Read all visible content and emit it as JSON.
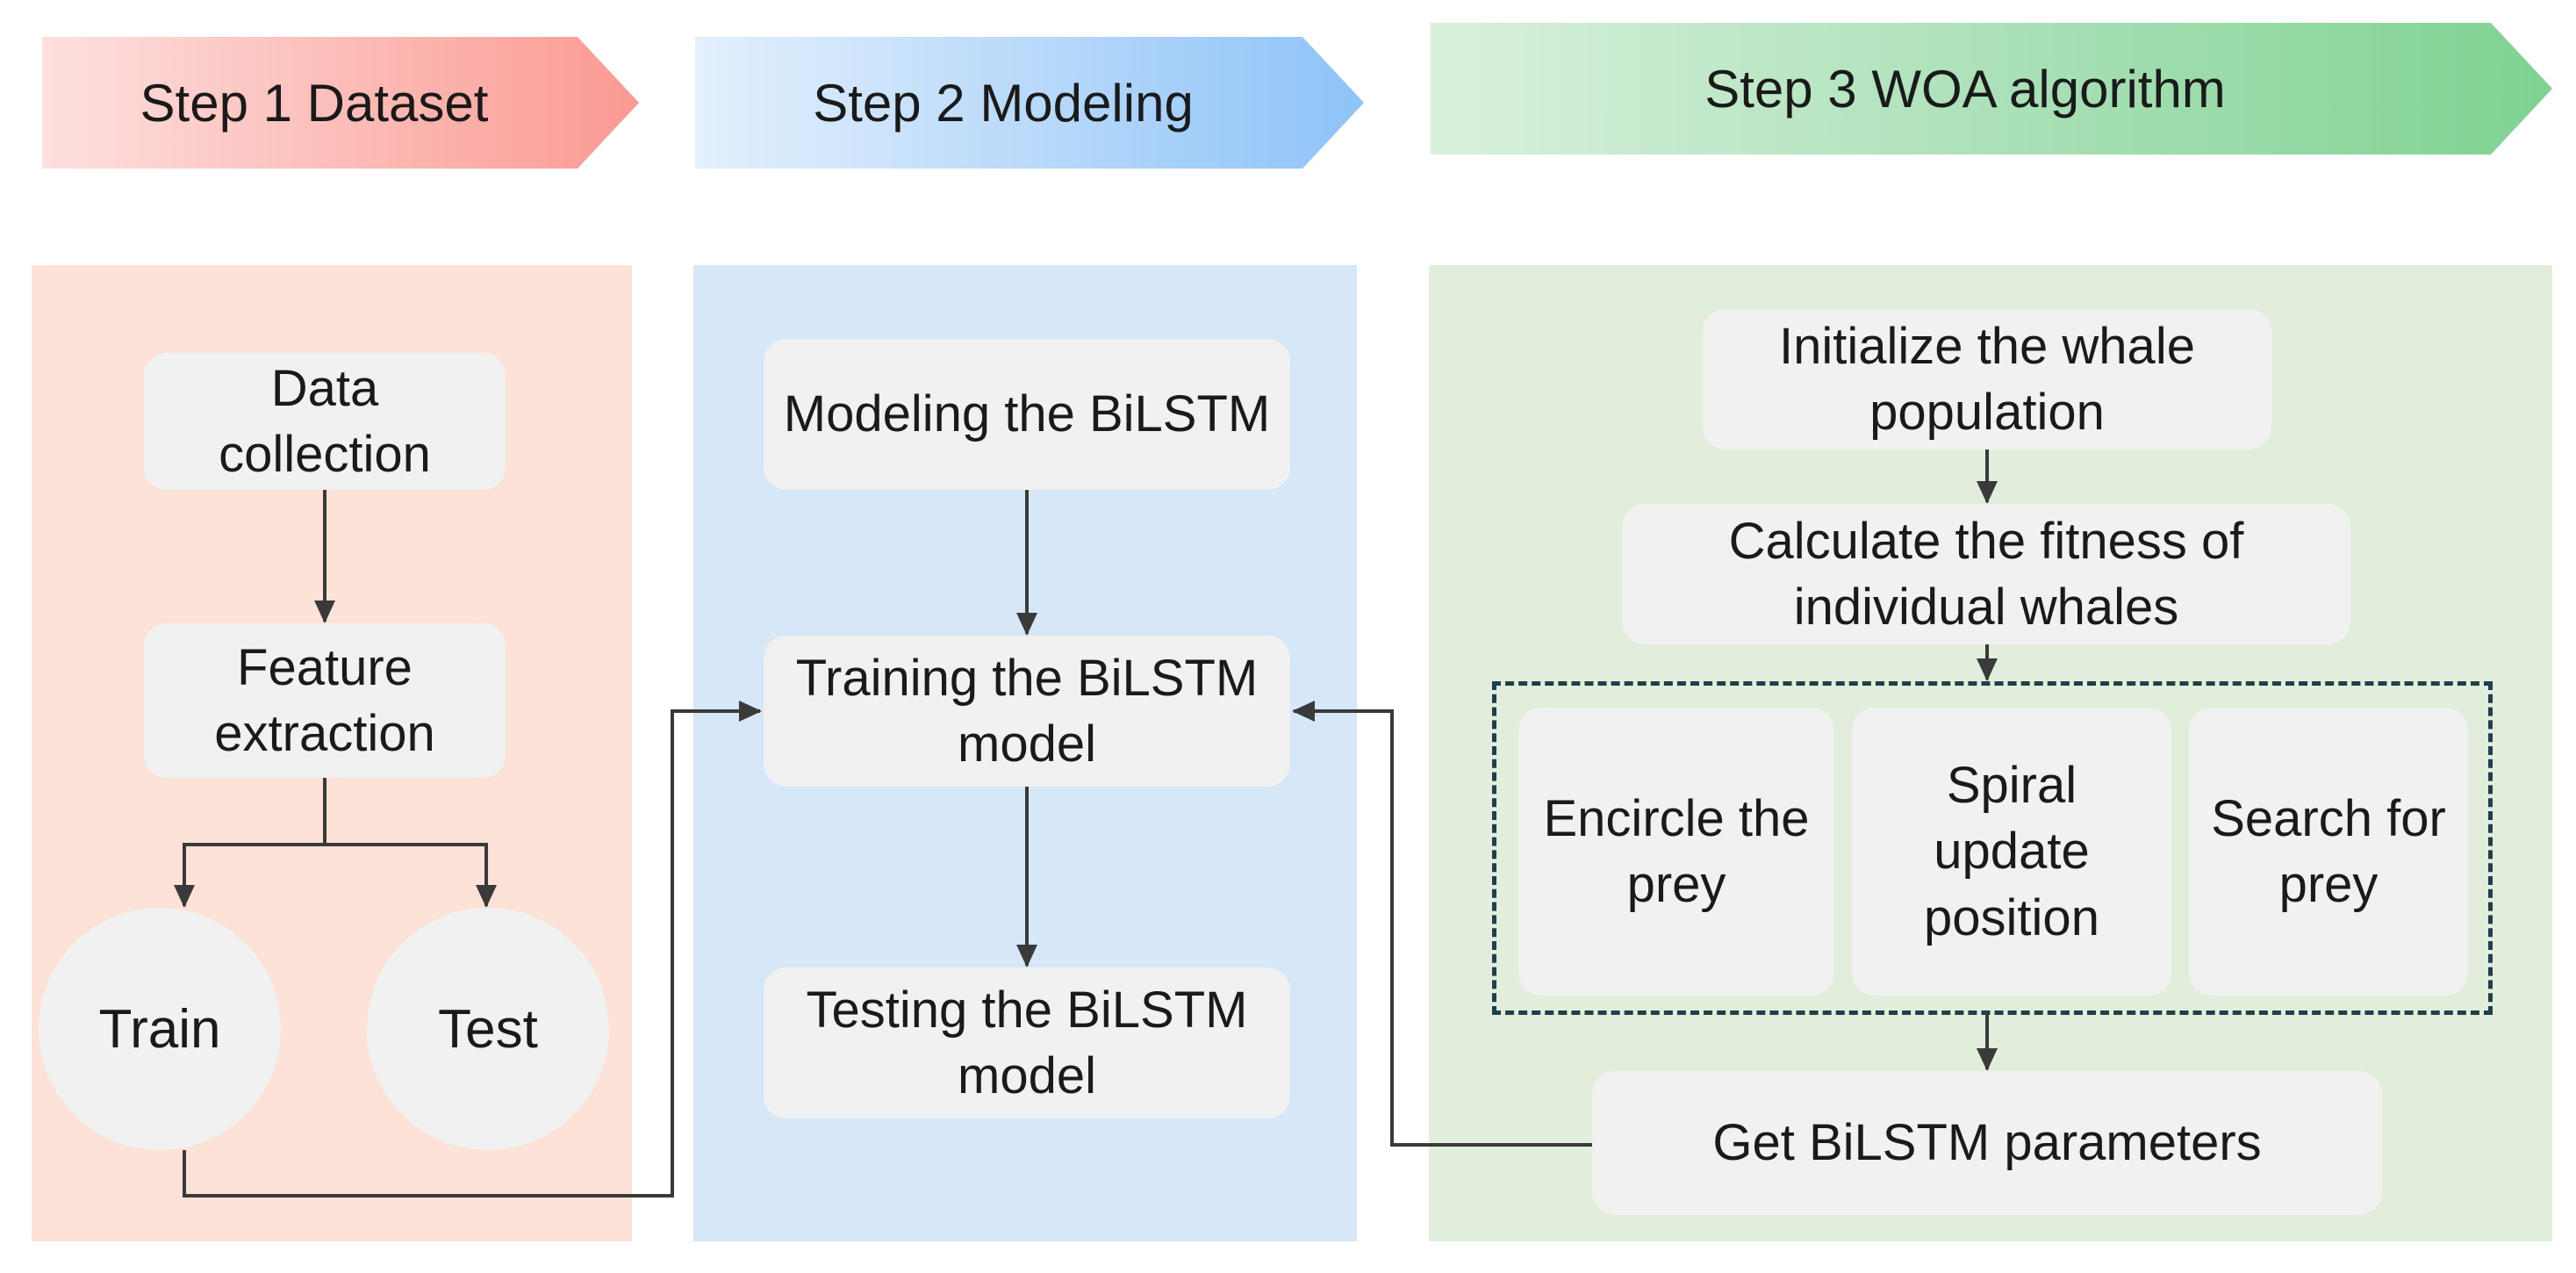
{
  "steps": [
    {
      "label": "Step 1 Dataset"
    },
    {
      "label": "Step 2 Modeling"
    },
    {
      "label": "Step 3 WOA algorithm"
    }
  ],
  "dataset": {
    "data_collection": "Data collection",
    "feature_extraction": "Feature extraction",
    "train": "Train",
    "test": "Test"
  },
  "modeling": {
    "modeling_bilstm": "Modeling the BiLSTM",
    "training_bilstm": "Training the BiLSTM model",
    "testing_bilstm": "Testing the BiLSTM model"
  },
  "woa": {
    "initialize": "Initialize the whale population",
    "fitness": "Calculate the fitness of individual whales",
    "encircle": "Encircle the prey",
    "spiral": "Spiral update position",
    "search": "Search for prey",
    "get_params": "Get BiLSTM parameters"
  },
  "colors": {
    "step1": "#fb9a92",
    "step2": "#8ec3f7",
    "step3": "#7fd293",
    "panel1": "#fde2d7",
    "panel2": "#d6e7f8",
    "panel3": "#e0eedb",
    "box": "#f1f1f1",
    "arrow": "#3a3a3a",
    "dashed_border": "#1f3f4d"
  }
}
